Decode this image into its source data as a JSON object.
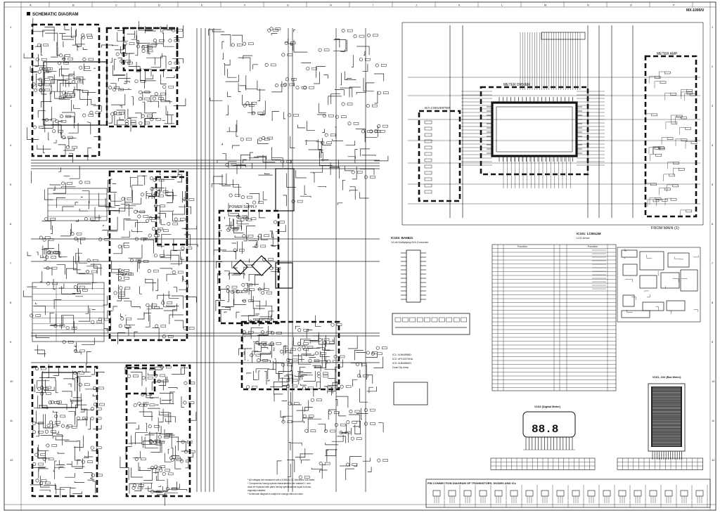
{
  "header": {
    "title": "SCHEMATIC DIAGRAM",
    "model": "MX-1000/U",
    "columns": [
      "A",
      "B",
      "C",
      "D",
      "E",
      "F",
      "G",
      "H",
      "I",
      "J",
      "K",
      "L",
      "M",
      "N",
      "O",
      "P"
    ],
    "rows": [
      "1",
      "2",
      "3",
      "4",
      "5",
      "6",
      "7",
      "8",
      "9",
      "10",
      "11",
      "12"
    ]
  },
  "blocks": {
    "power_supply": "POWER SUPPLY",
    "protection": "PROTECTION",
    "meter_driver": "METER DRIVER",
    "meter_amp": "METER AMP",
    "da_converter": "D/A CONVERTER",
    "from_main": "FROM MAIN (1)"
  },
  "ic_tables": {
    "ic102_title": "IC102: BA6821",
    "ic102_subtitle": "12-bit Multiplying D/A Converter",
    "ic101_title": "IC101: LC6512M",
    "ic101_subtitle": "LCD Driver",
    "opamp_lines": [
      "IC1: NJM4558D",
      "IC2: uPC4570HA",
      "IC3: NJM4560D",
      "Dual Op-Amp"
    ],
    "function_header": "Function"
  },
  "displays": {
    "v103_label": "V103 (Digital Meter)",
    "v101_label": "V101, 102 (Bar Meter)",
    "digit_readout": "88.8"
  },
  "footer": {
    "pin_title": "PIN CONNECTION DIAGRAM OF TRANSISTORS, DIODES AND ICs",
    "notes": [
      "* All voltages are measured with a 10MΩ/V DC electronic volt meter.",
      "* Components having special characteristics are marked ⚠ and",
      "  must be replaced with parts having specifications equal to those",
      "  originally installed.",
      "* Schematic diagram is subject to change without notice."
    ]
  }
}
